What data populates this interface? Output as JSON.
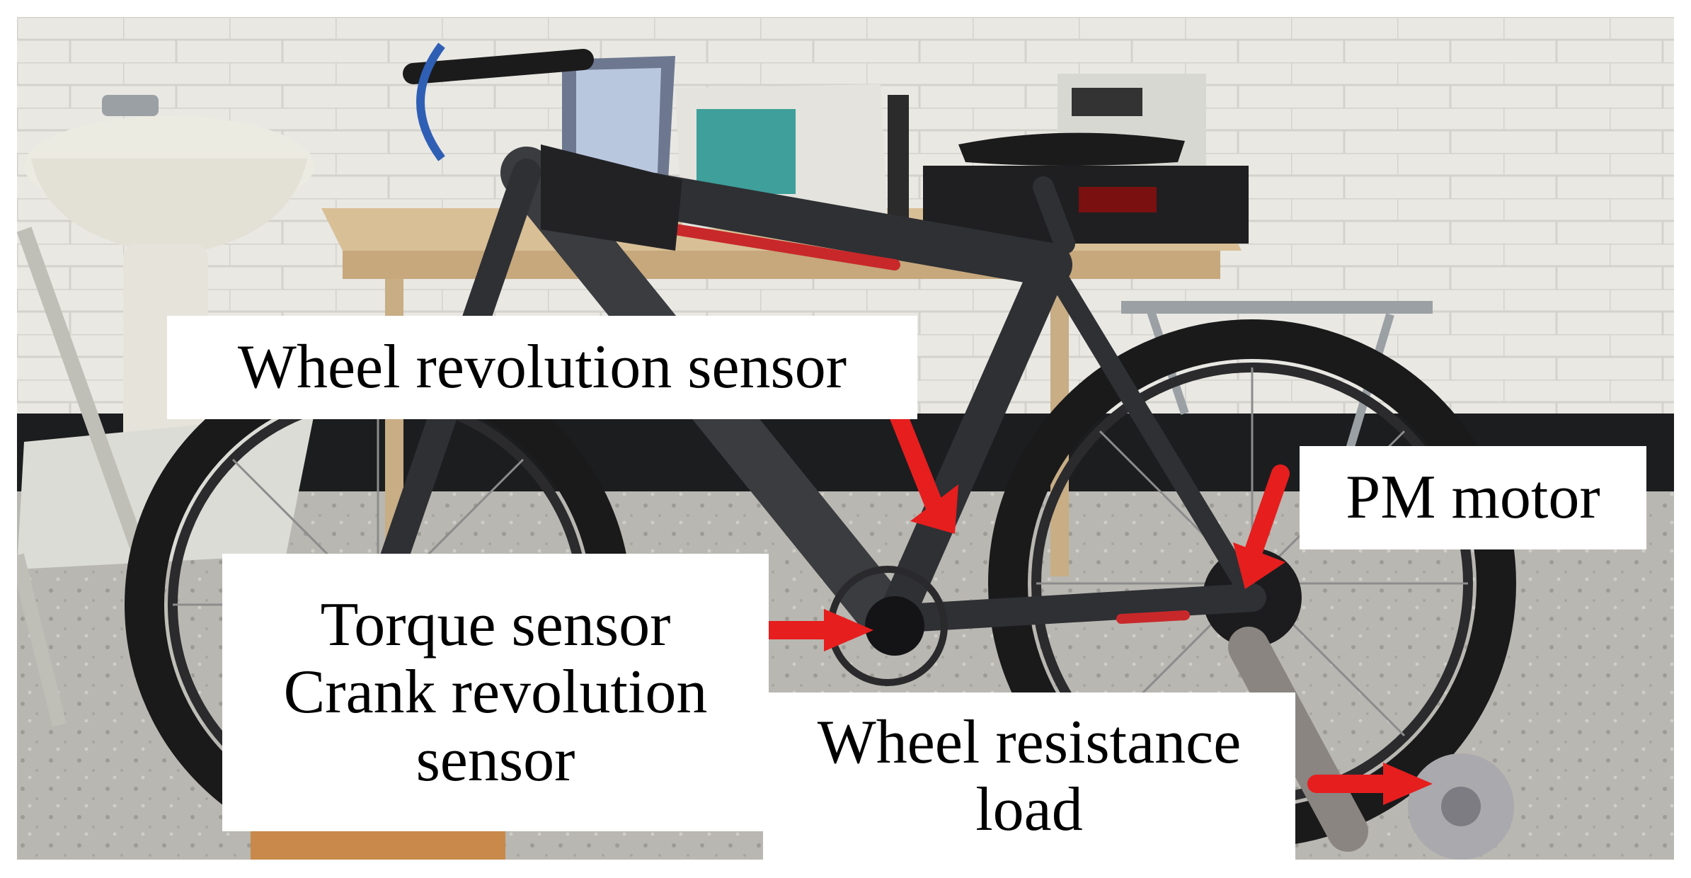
{
  "labels": {
    "wheel_revolution_sensor": "Wheel revolution sensor",
    "pm_motor": "PM motor",
    "torque_sensor": "Torque sensor",
    "crank_revolution_sensor_line1": "Crank revolution",
    "crank_revolution_sensor_line2": "sensor",
    "wheel_resistance_load_line1": "Wheel resistance",
    "wheel_resistance_load_line2": "load"
  },
  "colors": {
    "arrow": "#e61e1e",
    "label_background": "#ffffff",
    "frame": "#2e3034",
    "frame_accent": "#c8282a"
  }
}
